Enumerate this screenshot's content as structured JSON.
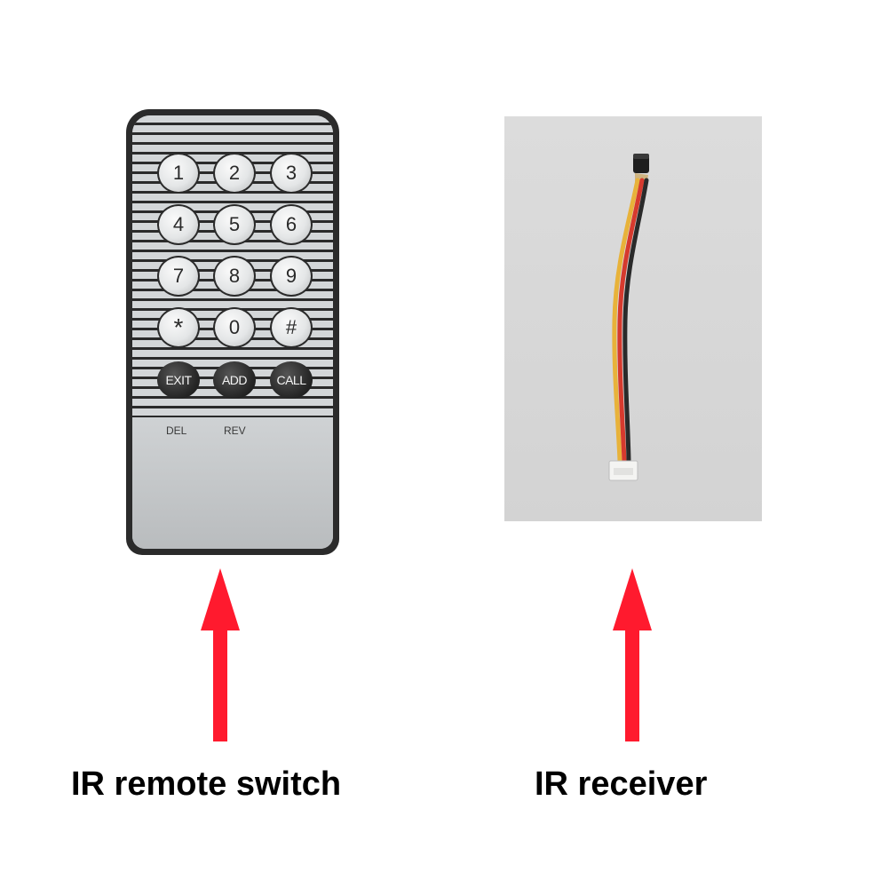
{
  "remote": {
    "keys": [
      {
        "label": "1"
      },
      {
        "label": "2"
      },
      {
        "label": "3"
      },
      {
        "label": "4"
      },
      {
        "label": "5"
      },
      {
        "label": "6"
      },
      {
        "label": "7"
      },
      {
        "label": "8"
      },
      {
        "label": "9"
      },
      {
        "label": "*"
      },
      {
        "label": "0"
      },
      {
        "label": "#"
      }
    ],
    "function_keys": [
      {
        "label": "EXIT"
      },
      {
        "label": "ADD"
      },
      {
        "label": "CALL"
      }
    ],
    "sub_labels": [
      "DEL",
      "REV"
    ]
  },
  "captions": {
    "left": "IR remote switch",
    "right": "IR receiver"
  },
  "colors": {
    "arrow": "#ff1a2e",
    "wire_yellow": "#e8b23a",
    "wire_red": "#d63a2e",
    "wire_black": "#2a2a2a"
  }
}
